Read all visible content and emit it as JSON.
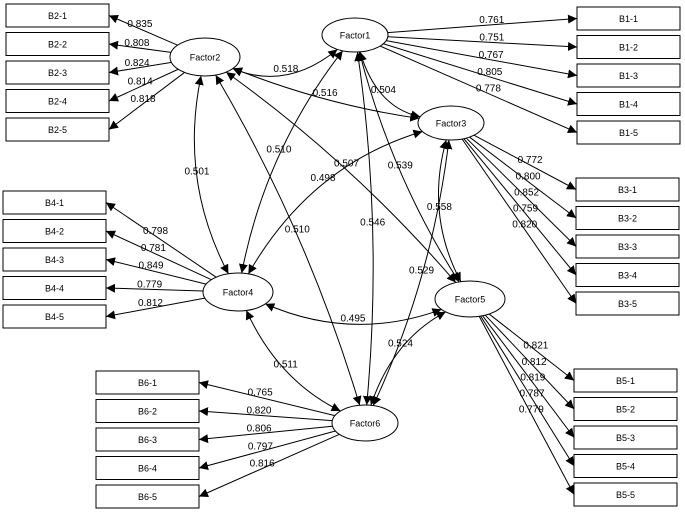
{
  "factors": [
    {
      "id": "F1",
      "label": "Factor1"
    },
    {
      "id": "F2",
      "label": "Factor2"
    },
    {
      "id": "F3",
      "label": "Factor3"
    },
    {
      "id": "F4",
      "label": "Factor4"
    },
    {
      "id": "F5",
      "label": "Factor5"
    },
    {
      "id": "F6",
      "label": "Factor6"
    }
  ],
  "indicators": [
    {
      "label": "B1-1",
      "factor": "F1",
      "loading": "0.761"
    },
    {
      "label": "B1-2",
      "factor": "F1",
      "loading": "0.751"
    },
    {
      "label": "B1-3",
      "factor": "F1",
      "loading": "0.767"
    },
    {
      "label": "B1-4",
      "factor": "F1",
      "loading": "0.805"
    },
    {
      "label": "B1-5",
      "factor": "F1",
      "loading": "0.778"
    },
    {
      "label": "B2-1",
      "factor": "F2",
      "loading": "0.835"
    },
    {
      "label": "B2-2",
      "factor": "F2",
      "loading": "0.808"
    },
    {
      "label": "B2-3",
      "factor": "F2",
      "loading": "0.824"
    },
    {
      "label": "B2-4",
      "factor": "F2",
      "loading": "0.814"
    },
    {
      "label": "B2-5",
      "factor": "F2",
      "loading": "0.818"
    },
    {
      "label": "B3-1",
      "factor": "F3",
      "loading": "0.772"
    },
    {
      "label": "B3-2",
      "factor": "F3",
      "loading": "0.800"
    },
    {
      "label": "B3-3",
      "factor": "F3",
      "loading": "0.852"
    },
    {
      "label": "B3-4",
      "factor": "F3",
      "loading": "0.759"
    },
    {
      "label": "B3-5",
      "factor": "F3",
      "loading": "0.820"
    },
    {
      "label": "B4-1",
      "factor": "F4",
      "loading": "0.798"
    },
    {
      "label": "B4-2",
      "factor": "F4",
      "loading": "0.781"
    },
    {
      "label": "B4-3",
      "factor": "F4",
      "loading": "0.849"
    },
    {
      "label": "B4-4",
      "factor": "F4",
      "loading": "0.779"
    },
    {
      "label": "B4-5",
      "factor": "F4",
      "loading": "0.812"
    },
    {
      "label": "B5-1",
      "factor": "F5",
      "loading": "0.821"
    },
    {
      "label": "B5-2",
      "factor": "F5",
      "loading": "0.812"
    },
    {
      "label": "B5-3",
      "factor": "F5",
      "loading": "0.819"
    },
    {
      "label": "B5-4",
      "factor": "F5",
      "loading": "0.787"
    },
    {
      "label": "B5-5",
      "factor": "F5",
      "loading": "0.779"
    },
    {
      "label": "B6-1",
      "factor": "F6",
      "loading": "0.765"
    },
    {
      "label": "B6-2",
      "factor": "F6",
      "loading": "0.820"
    },
    {
      "label": "B6-3",
      "factor": "F6",
      "loading": "0.806"
    },
    {
      "label": "B6-4",
      "factor": "F6",
      "loading": "0.797"
    },
    {
      "label": "B6-5",
      "factor": "F6",
      "loading": "0.816"
    }
  ],
  "correlations": [
    {
      "from": "F1",
      "to": "F2",
      "value": "0.518"
    },
    {
      "from": "F1",
      "to": "F3",
      "value": "0.504"
    },
    {
      "from": "F1",
      "to": "F4",
      "value": "0.510"
    },
    {
      "from": "F1",
      "to": "F5",
      "value": "0.539"
    },
    {
      "from": "F1",
      "to": "F6",
      "value": "0.546"
    },
    {
      "from": "F2",
      "to": "F3",
      "value": "0.516"
    },
    {
      "from": "F2",
      "to": "F4",
      "value": "0.501"
    },
    {
      "from": "F2",
      "to": "F5",
      "value": "0.507"
    },
    {
      "from": "F2",
      "to": "F6",
      "value": "0.510"
    },
    {
      "from": "F3",
      "to": "F4",
      "value": "0.498"
    },
    {
      "from": "F3",
      "to": "F5",
      "value": "0.558"
    },
    {
      "from": "F3",
      "to": "F6",
      "value": "0.529"
    },
    {
      "from": "F4",
      "to": "F5",
      "value": "0.495"
    },
    {
      "from": "F4",
      "to": "F6",
      "value": "0.511"
    },
    {
      "from": "F5",
      "to": "F6",
      "value": "0.524"
    }
  ]
}
